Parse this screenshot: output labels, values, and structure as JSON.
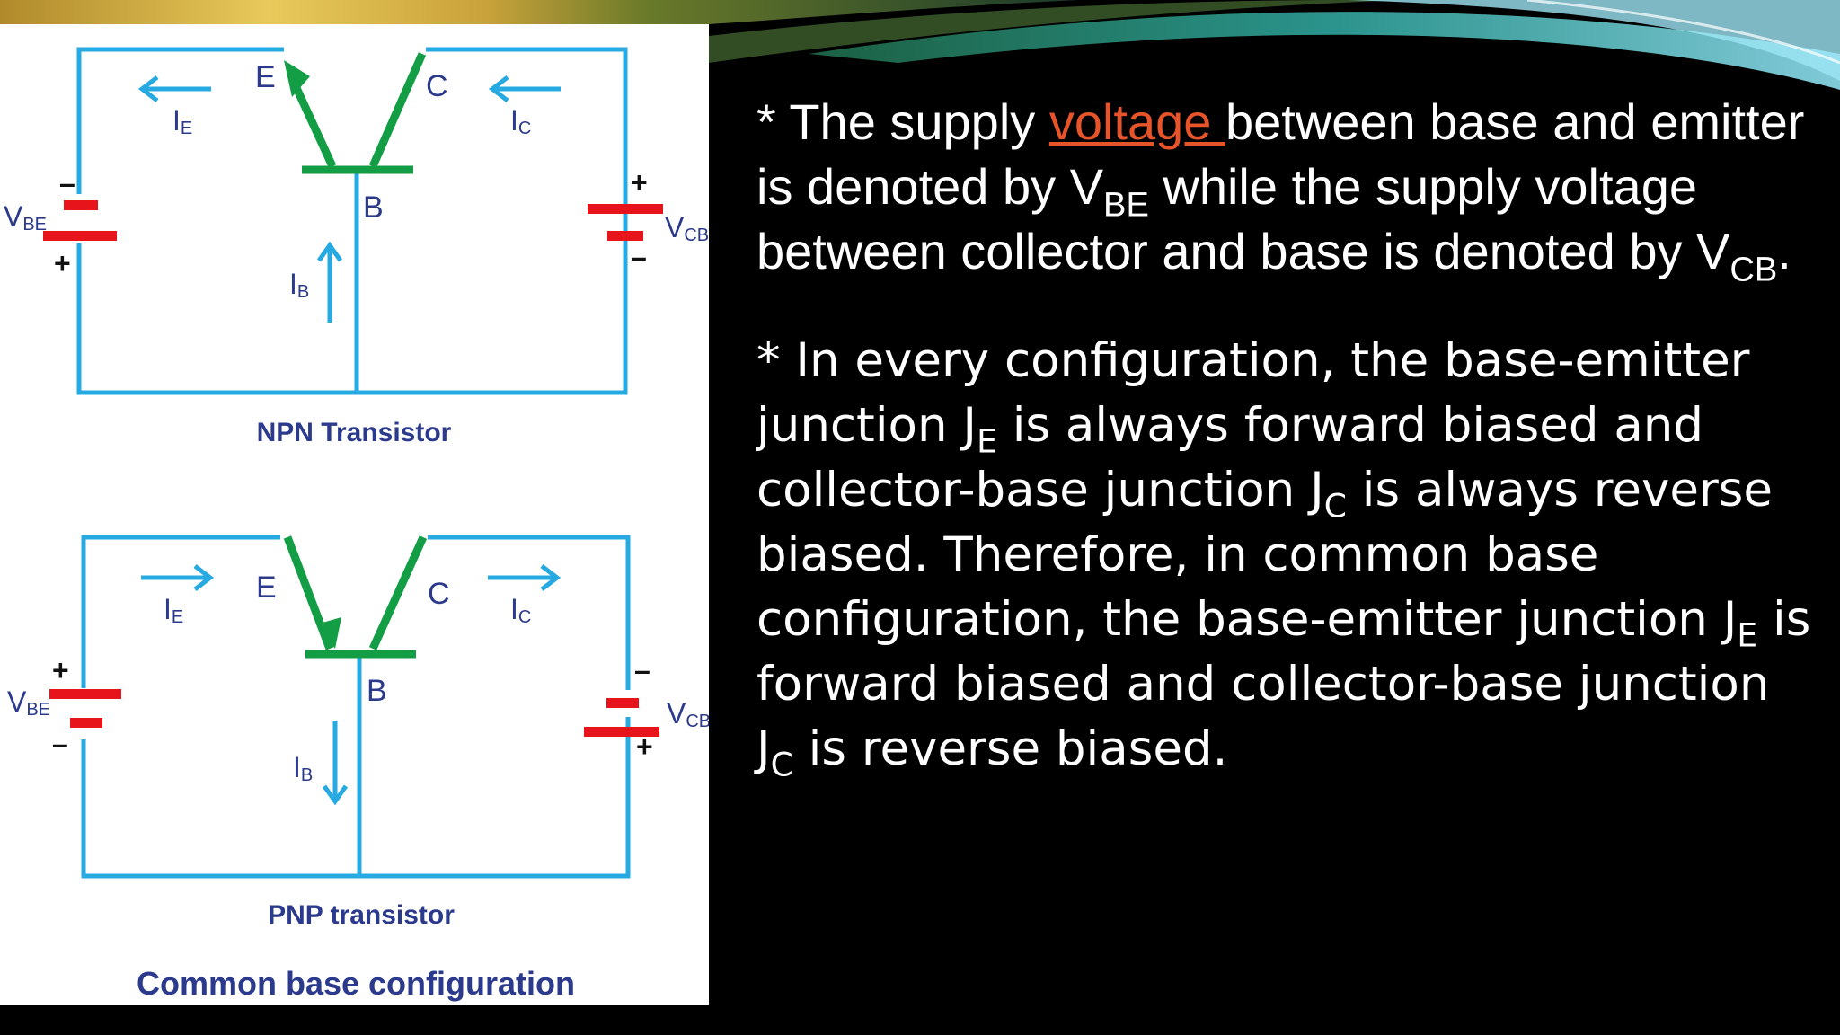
{
  "diagram": {
    "npn": {
      "caption": "NPN Transistor",
      "emitter": "E",
      "collector": "C",
      "base": "B",
      "ie": "I",
      "ie_sub": "E",
      "ic": "I",
      "ic_sub": "C",
      "ib": "I",
      "ib_sub": "B",
      "vbe": "V",
      "vbe_sub": "BE",
      "vcb": "V",
      "vcb_sub": "CB",
      "vbe_top": "–",
      "vbe_bottom": "+",
      "vcb_top": "+",
      "vcb_bottom": "–"
    },
    "pnp": {
      "caption": "PNP transistor",
      "emitter": "E",
      "collector": "C",
      "base": "B",
      "ie": "I",
      "ie_sub": "E",
      "ic": "I",
      "ic_sub": "C",
      "ib": "I",
      "ib_sub": "B",
      "vbe": "V",
      "vbe_sub": "BE",
      "vcb": "V",
      "vcb_sub": "CB",
      "vbe_top": "+",
      "vbe_bottom": "–",
      "vcb_top": "–",
      "vcb_bottom": "+"
    },
    "footer_caption": "Common base configuration",
    "colors": {
      "wire": "#27aae1",
      "transistor": "#139d45",
      "battery": "#e8141b",
      "label": "#2b3a8c"
    }
  },
  "text": {
    "p1": {
      "bullet": "* The supply ",
      "highlight": "voltage ",
      "t1": "between base and emitter is denoted by V",
      "s1": "BE",
      "t2": " while the supply voltage between collector and base is denoted by V",
      "s2": "CB",
      "t3": "."
    },
    "p2": {
      "t1": "* In every configuration, the base-emitter junction J",
      "s1": "E",
      "t2": " is always forward biased and collector-base junction J",
      "s2": "C",
      "t3": " is always reverse biased. Therefore, in common base configuration, the base-emitter junction J",
      "s3": "E",
      "t4": " is forward biased and collector-base junction J",
      "s4": "C",
      "t5": " is reverse biased."
    },
    "highlight_color": "#e8542a"
  }
}
